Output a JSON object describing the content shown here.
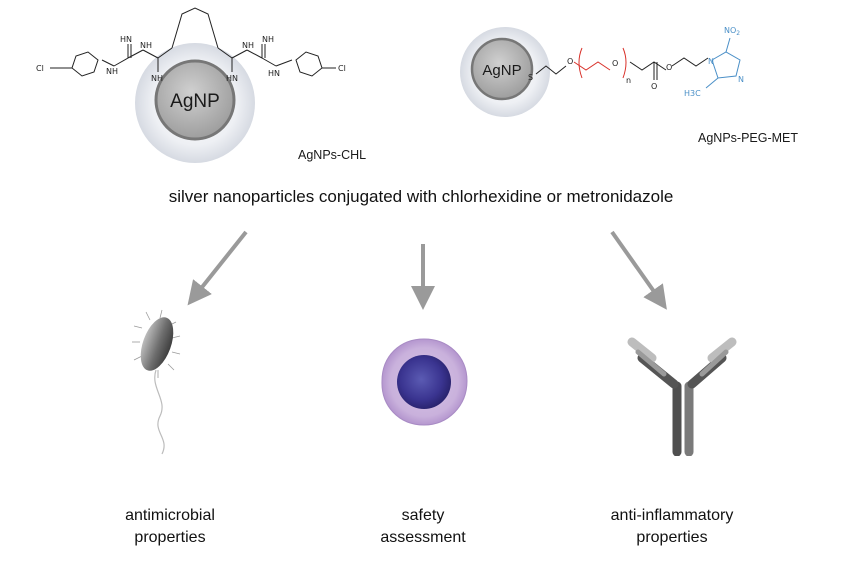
{
  "left_structure": {
    "core_label": "AgNP",
    "caption": "AgNPs-CHL",
    "atoms": {
      "nh": "NH",
      "hn": "HN",
      "cl": "Cl"
    }
  },
  "right_structure": {
    "core_label": "AgNP",
    "caption": "AgNPs-PEG-MET",
    "atoms": {
      "s": "S",
      "o": "O",
      "n_sub": "n",
      "no2": "NO",
      "no2_sub": "2",
      "n": "N",
      "h3c": "H3C"
    }
  },
  "headline": "silver nanoparticles conjugated with chlorhexidine or metronidazole",
  "outcomes": [
    {
      "line1": "antimicrobial",
      "line2": "properties"
    },
    {
      "line1": "safety",
      "line2": "assessment"
    },
    {
      "line1": "anti-inflammatory",
      "line2": "properties"
    }
  ],
  "colors": {
    "peg_red": "#d9322b",
    "imidazole_blue": "#4a8fc7",
    "arrow_gray": "#9a9a9a"
  }
}
